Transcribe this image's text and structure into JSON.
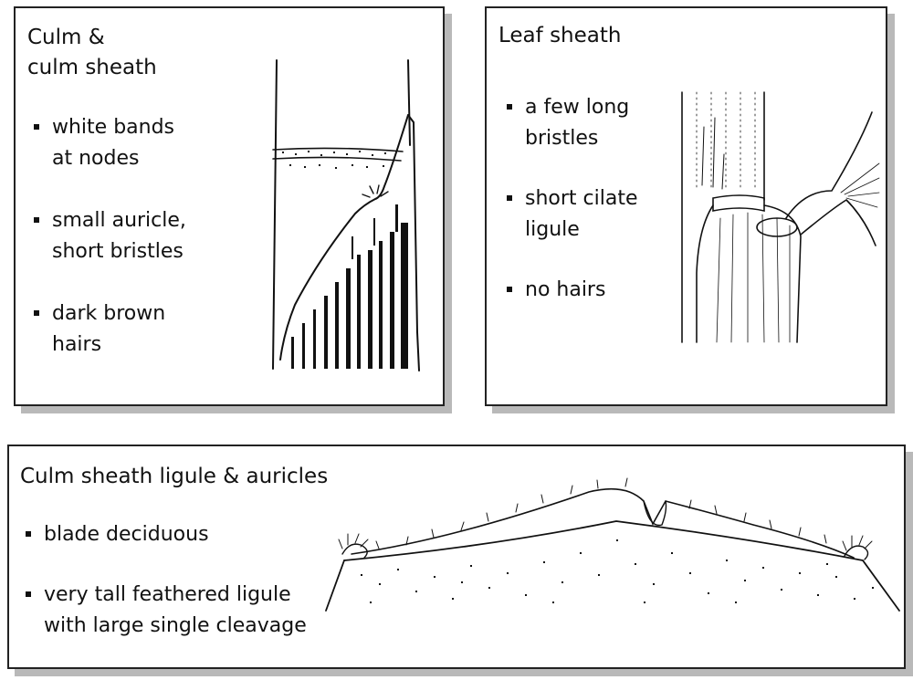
{
  "panels": {
    "culm": {
      "title_line1": "Culm &",
      "title_line2": "culm sheath",
      "bullets": [
        {
          "line1": "white bands",
          "line2": "at nodes"
        },
        {
          "line1": "small auricle,",
          "line2": "short bristles"
        },
        {
          "line1": "dark brown",
          "line2": "hairs"
        }
      ]
    },
    "leaf": {
      "title": "Leaf sheath",
      "bullets": [
        {
          "line1": "a few long",
          "line2": "bristles"
        },
        {
          "line1": "short cilate",
          "line2": "ligule"
        },
        {
          "line1": "no hairs",
          "line2": ""
        }
      ]
    },
    "ligule": {
      "title": "Culm sheath ligule & auricles",
      "bullets": [
        {
          "line1": "blade deciduous",
          "line2": ""
        },
        {
          "line1": "very tall feathered ligule",
          "line2": "with large single cleavage"
        }
      ]
    }
  },
  "colors": {
    "ink": "#111111",
    "border": "#222222",
    "shadow": "#b9b9b9"
  }
}
